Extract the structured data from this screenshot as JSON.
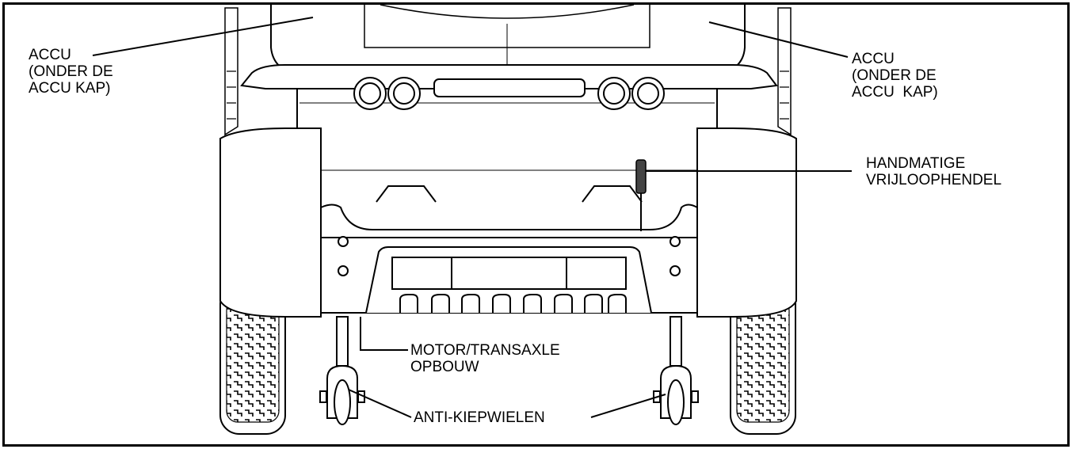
{
  "labels": {
    "battery_left": "ACCU\n(ONDER DE\nACCU KAP)",
    "battery_right": "ACCU\n(ONDER DE\nACCU  KAP)",
    "freewheel_lever": "HANDMATIGE\nVRIJLOOPHENDEL",
    "motor_transaxle": "MOTOR/TRANSAXLE\nOPBOUW",
    "anti_tip_wheels": "ANTI-KIEPWIELEN"
  },
  "colors": {
    "line": "#000000",
    "background": "#ffffff"
  }
}
